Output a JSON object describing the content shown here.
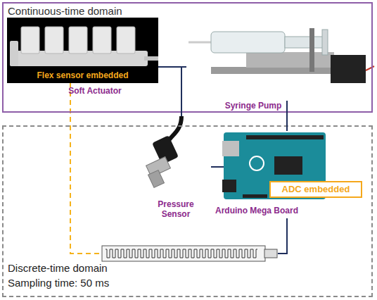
{
  "diagram": {
    "nodes": [
      {
        "text": [
          "Continuous-time domain"
        ]
      },
      {
        "text": [
          "Flex sensor embedded",
          "Soft Actuator"
        ],
        "in": 0
      },
      {
        "text": [
          "Syringe Pump"
        ],
        "in": 0
      },
      {
        "text": [
          "Discrete-time domain",
          "Sampling time: 50 ms"
        ]
      },
      {
        "text": [
          "Pressure Sensor"
        ],
        "in": 3
      },
      {
        "text": [
          "Arduino Mega Board"
        ],
        "in": 3
      },
      {
        "text": [
          "ADC embedded"
        ],
        "in": 5
      }
    ],
    "edges": [
      {
        "from": 1,
        "to": 2,
        "arrow": "none"
      },
      {
        "from": 4,
        "to": 1,
        "arrow": "none"
      },
      {
        "from": 4,
        "to": 2,
        "arrow": "none"
      },
      {
        "from": 2,
        "to": 5,
        "arrow": "none"
      },
      {
        "from": 4,
        "to": 5,
        "arrow": "none"
      }
    ]
  }
}
